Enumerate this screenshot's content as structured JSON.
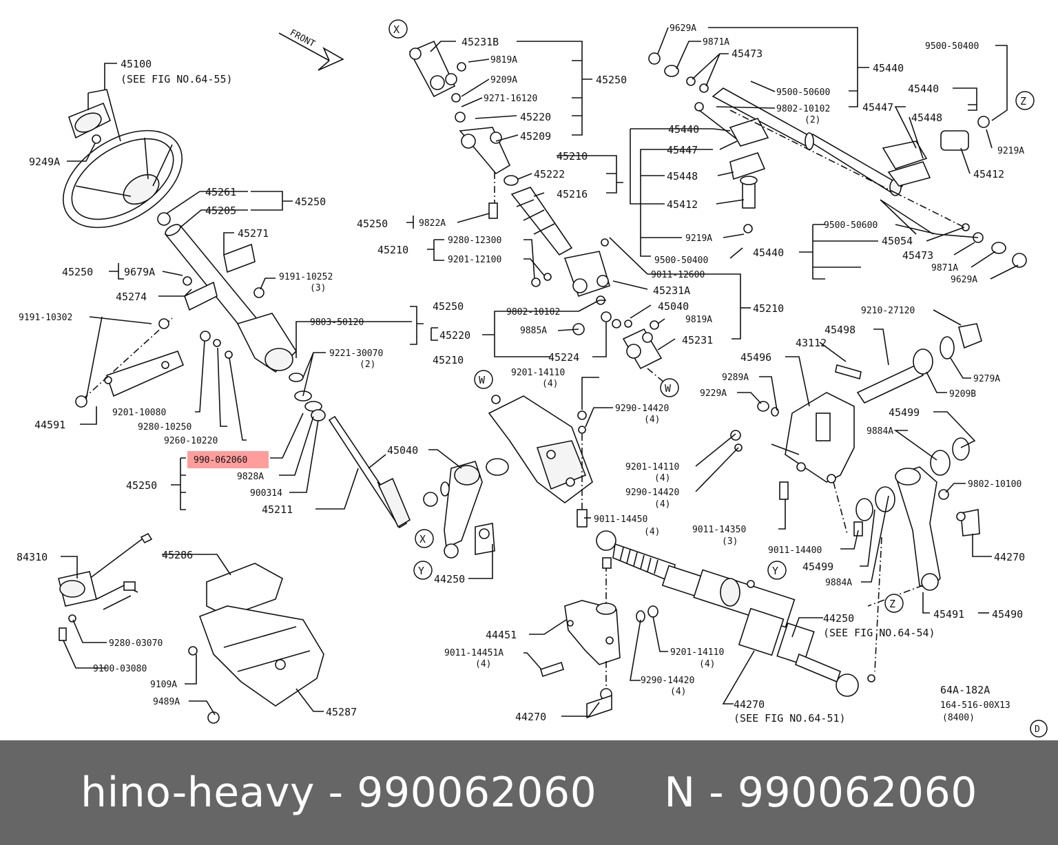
{
  "accent_color": "#ff8c8c",
  "footer_color": "#666666",
  "footer": {
    "text": "hino-heavy - 990062060     N - 990062060"
  },
  "diagram": {
    "front_label": "FRONT",
    "highlighted_part": "990-062060",
    "ref_code": "64A-182A",
    "ref_sub1": "164-516-00X13",
    "ref_sub2": "(8400)",
    "markers": [
      "X",
      "W",
      "Y",
      "Z",
      "D"
    ],
    "labels": [
      {
        "id": "l-45100",
        "text": "45100"
      },
      {
        "id": "l-see55",
        "text": "(SEE FIG NO.64-55)"
      },
      {
        "id": "l-9249A",
        "text": "9249A"
      },
      {
        "id": "l-45261",
        "text": "45261"
      },
      {
        "id": "l-45205",
        "text": "45205"
      },
      {
        "id": "l-45250a",
        "text": "45250"
      },
      {
        "id": "l-45271",
        "text": "45271"
      },
      {
        "id": "l-45250b",
        "text": "45250"
      },
      {
        "id": "l-9679A",
        "text": "9679A"
      },
      {
        "id": "l-45274",
        "text": "45274"
      },
      {
        "id": "l-9191-10252",
        "text": "9191-10252"
      },
      {
        "id": "l-q3a",
        "text": "(3)"
      },
      {
        "id": "l-9191-10302",
        "text": "9191-10302"
      },
      {
        "id": "l-9803-50120",
        "text": "9803-50120"
      },
      {
        "id": "l-9221-30070",
        "text": "9221-30070"
      },
      {
        "id": "l-q2a",
        "text": "(2)"
      },
      {
        "id": "l-9201-10080",
        "text": "9201-10080"
      },
      {
        "id": "l-44591",
        "text": "44591"
      },
      {
        "id": "l-9280-10250",
        "text": "9280-10250"
      },
      {
        "id": "l-9260-10220",
        "text": "9260-10220"
      },
      {
        "id": "l-9828A",
        "text": "9828A"
      },
      {
        "id": "l-45250c",
        "text": "45250"
      },
      {
        "id": "l-900314",
        "text": "900314"
      },
      {
        "id": "l-45211",
        "text": "45211"
      },
      {
        "id": "l-45231B",
        "text": "45231B"
      },
      {
        "id": "l-9819Aa",
        "text": "9819A"
      },
      {
        "id": "l-9209A",
        "text": "9209A"
      },
      {
        "id": "l-45250d",
        "text": "45250"
      },
      {
        "id": "l-9271-16120",
        "text": "9271-16120"
      },
      {
        "id": "l-45220a",
        "text": "45220"
      },
      {
        "id": "l-45209",
        "text": "45209"
      },
      {
        "id": "l-45210a",
        "text": "45210"
      },
      {
        "id": "l-45222",
        "text": "45222"
      },
      {
        "id": "l-45216",
        "text": "45216"
      },
      {
        "id": "l-45250e",
        "text": "45250"
      },
      {
        "id": "l-9822A",
        "text": "9822A"
      },
      {
        "id": "l-45210b",
        "text": "45210"
      },
      {
        "id": "l-9280-12300",
        "text": "9280-12300"
      },
      {
        "id": "l-9201-12100",
        "text": "9201-12100"
      },
      {
        "id": "l-9011-12600",
        "text": "9011-12600"
      },
      {
        "id": "l-45231A",
        "text": "45231A"
      },
      {
        "id": "l-45250f",
        "text": "45250"
      },
      {
        "id": "l-9802-10102a",
        "text": "9802-10102"
      },
      {
        "id": "l-45040a",
        "text": "45040"
      },
      {
        "id": "l-45210c",
        "text": "45210"
      },
      {
        "id": "l-45220b",
        "text": "45220"
      },
      {
        "id": "l-9885A",
        "text": "9885A"
      },
      {
        "id": "l-9819Ab",
        "text": "9819A"
      },
      {
        "id": "l-45231",
        "text": "45231"
      },
      {
        "id": "l-45210d",
        "text": "45210"
      },
      {
        "id": "l-45224",
        "text": "45224"
      },
      {
        "id": "l-9629Aa",
        "text": "9629A"
      },
      {
        "id": "l-9871Aa",
        "text": "9871A"
      },
      {
        "id": "l-45473a",
        "text": "45473"
      },
      {
        "id": "l-45440a",
        "text": "45440"
      },
      {
        "id": "l-9500-50600a",
        "text": "9500-50600"
      },
      {
        "id": "l-9802-10102b",
        "text": "9802-10102"
      },
      {
        "id": "l-q2b",
        "text": "(2)"
      },
      {
        "id": "l-9500-50400a",
        "text": "9500-50400"
      },
      {
        "id": "l-45440b",
        "text": "45440"
      },
      {
        "id": "l-45447a",
        "text": "45447"
      },
      {
        "id": "l-45448a",
        "text": "45448"
      },
      {
        "id": "l-9219Aa",
        "text": "9219A"
      },
      {
        "id": "l-45412a",
        "text": "45412"
      },
      {
        "id": "l-45440c",
        "text": "45440"
      },
      {
        "id": "l-45447b",
        "text": "45447"
      },
      {
        "id": "l-45448b",
        "text": "45448"
      },
      {
        "id": "l-45412b",
        "text": "45412"
      },
      {
        "id": "l-9219Ab",
        "text": "9219A"
      },
      {
        "id": "l-9500-50400b",
        "text": "9500-50400"
      },
      {
        "id": "l-9500-50600b",
        "text": "9500-50600"
      },
      {
        "id": "l-45054",
        "text": "45054"
      },
      {
        "id": "l-45440d",
        "text": "45440"
      },
      {
        "id": "l-45473b",
        "text": "45473"
      },
      {
        "id": "l-9871Ab",
        "text": "9871A"
      },
      {
        "id": "l-9629Ab",
        "text": "9629A"
      },
      {
        "id": "l-9210-27120",
        "text": "9210-27120"
      },
      {
        "id": "l-45498",
        "text": "45498"
      },
      {
        "id": "l-43112",
        "text": "43112"
      },
      {
        "id": "l-45496",
        "text": "45496"
      },
      {
        "id": "l-9279A",
        "text": "9279A"
      },
      {
        "id": "l-9289A",
        "text": "9289A"
      },
      {
        "id": "l-9229A",
        "text": "9229A"
      },
      {
        "id": "l-9209B",
        "text": "9209B"
      },
      {
        "id": "l-45499a",
        "text": "45499"
      },
      {
        "id": "l-9884Aa",
        "text": "9884A"
      },
      {
        "id": "l-9802-10100",
        "text": "9802-10100"
      },
      {
        "id": "l-9201-14110a",
        "text": "9201-14110"
      },
      {
        "id": "l-q4a",
        "text": "(4)"
      },
      {
        "id": "l-9290-14420a",
        "text": "9290-14420"
      },
      {
        "id": "l-q4b",
        "text": "(4)"
      },
      {
        "id": "l-45040b",
        "text": "45040"
      },
      {
        "id": "l-9201-14110b",
        "text": "9201-14110"
      },
      {
        "id": "l-q4c",
        "text": "(4)"
      },
      {
        "id": "l-9290-14420b",
        "text": "9290-14420"
      },
      {
        "id": "l-q4d",
        "text": "(4)"
      },
      {
        "id": "l-9011-14450",
        "text": "9011-14450"
      },
      {
        "id": "l-q4e",
        "text": "(4)"
      },
      {
        "id": "l-9011-14350",
        "text": "9011-14350"
      },
      {
        "id": "l-q3b",
        "text": "(3)"
      },
      {
        "id": "l-9011-14400",
        "text": "9011-14400"
      },
      {
        "id": "l-44270a",
        "text": "44270"
      },
      {
        "id": "l-45499b",
        "text": "45499"
      },
      {
        "id": "l-9884Ab",
        "text": "9884A"
      },
      {
        "id": "l-44250a",
        "text": "44250"
      },
      {
        "id": "l-45491",
        "text": "45491"
      },
      {
        "id": "l-45490",
        "text": "45490"
      },
      {
        "id": "l-84310",
        "text": "84310"
      },
      {
        "id": "l-45286",
        "text": "45286"
      },
      {
        "id": "l-9280-03070",
        "text": "9280-03070"
      },
      {
        "id": "l-9100-03080",
        "text": "9100-03080"
      },
      {
        "id": "l-9109A",
        "text": "9109A"
      },
      {
        "id": "l-9489A",
        "text": "9489A"
      },
      {
        "id": "l-45287",
        "text": "45287"
      },
      {
        "id": "l-44451",
        "text": "44451"
      },
      {
        "id": "l-9011-14451A",
        "text": "9011-14451A"
      },
      {
        "id": "l-q4f",
        "text": "(4)"
      },
      {
        "id": "l-9201-14110c",
        "text": "9201-14110"
      },
      {
        "id": "l-q4g",
        "text": "(4)"
      },
      {
        "id": "l-9290-14420c",
        "text": "9290-14420"
      },
      {
        "id": "l-q4h",
        "text": "(4)"
      },
      {
        "id": "l-44270b",
        "text": "44270"
      },
      {
        "id": "l-44270c",
        "text": "44270"
      },
      {
        "id": "l-see51",
        "text": "(SEE FIG NO.64-51)"
      },
      {
        "id": "l-44250b",
        "text": "44250"
      },
      {
        "id": "l-see54",
        "text": "(SEE FIG NO.64-54)"
      }
    ]
  }
}
